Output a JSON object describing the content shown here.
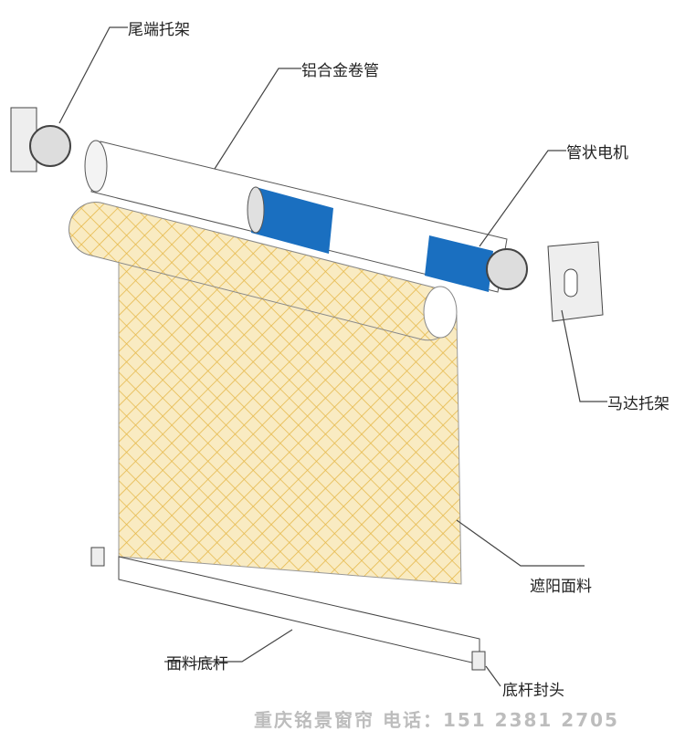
{
  "labels": {
    "tail_bracket": "尾端托架",
    "aluminum_tube": "铝合金卷管",
    "tubular_motor": "管状电机",
    "motor_bracket": "马达托架",
    "fabric": "遮阳面料",
    "bottom_bar": "面料底杆",
    "bottom_bar_cap": "底杆封头"
  },
  "watermark": "重庆铭景窗帘 电话：151 2381 2705",
  "colors": {
    "motor": "#1a6fc0",
    "fabric": "#f7e6b5",
    "mesh": "#e8b94a"
  }
}
